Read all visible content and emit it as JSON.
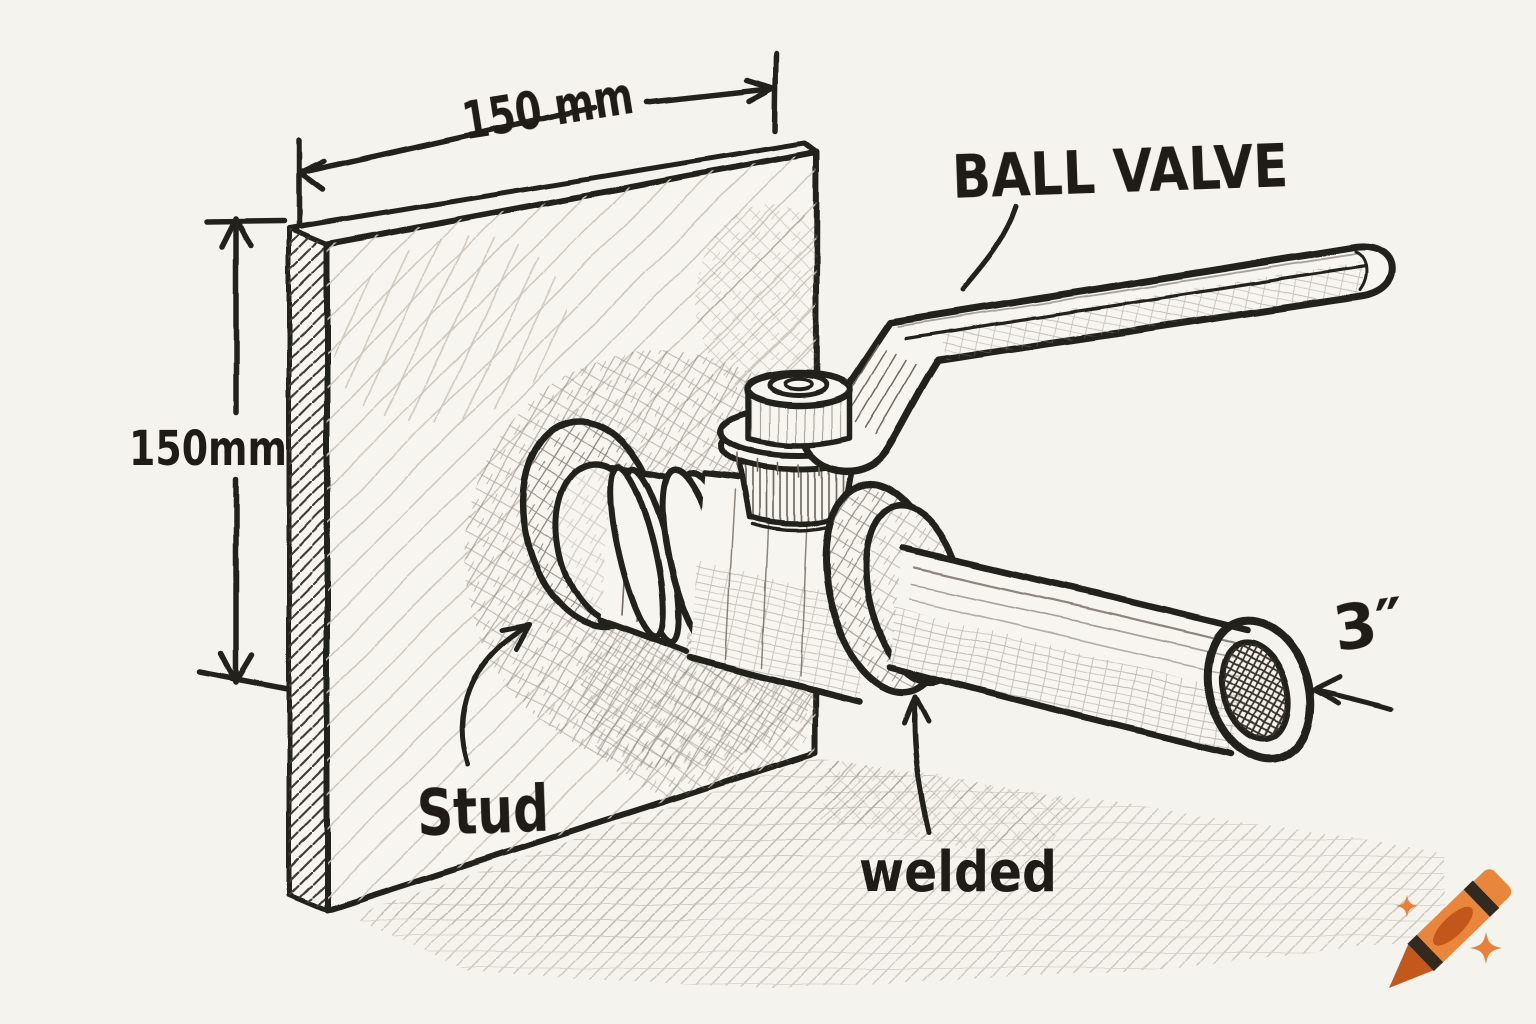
{
  "annotations": {
    "width_dimension": "150 mm",
    "height_dimension": "150mm",
    "ball_valve_label": "BALL VALVE",
    "stud_label": "Stud",
    "welded_label": "welded",
    "pipe_diameter_label": "3″"
  },
  "watermark": {
    "icon": "crayon-icon",
    "sparkle_icon": "sparkle-icon",
    "crayon_body_color": "#E8873C",
    "crayon_tip_color": "#C2581C",
    "crayon_stripe_color": "#33291F",
    "crayon_oval_color": "#C2571B",
    "sparkle_color": "#E8823B"
  },
  "style": {
    "paper_color": "#F5F3ED",
    "ink_color": "#23201B",
    "pencil_color": "#6F695F"
  }
}
